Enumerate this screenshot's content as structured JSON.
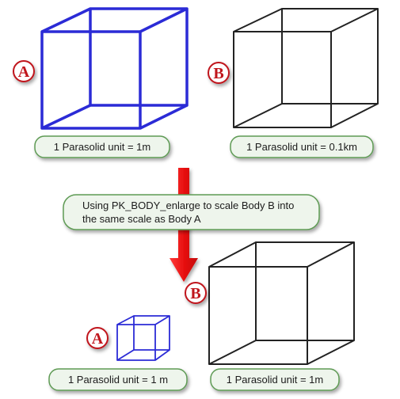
{
  "colors": {
    "cube_a": "#2b2bd6",
    "cube_b": "#222222",
    "arrow": "#e81616",
    "badge_border": "#c0121c",
    "callout_border": "#5f9b55",
    "callout_fill": "#eef5ec"
  },
  "badges": {
    "top_a": "A",
    "top_b": "B",
    "bottom_b": "B",
    "bottom_a": "A"
  },
  "captions": {
    "top_a": "1 Parasolid unit = 1m",
    "top_b": "1 Parasolid unit = 0.1km",
    "bottom_a": "1 Parasolid unit = 1 m",
    "bottom_b": "1 Parasolid unit = 1m"
  },
  "instruction": {
    "line1": "Using PK_BODY_enlarge to scale Body B into",
    "line2": "the same scale as Body A"
  }
}
